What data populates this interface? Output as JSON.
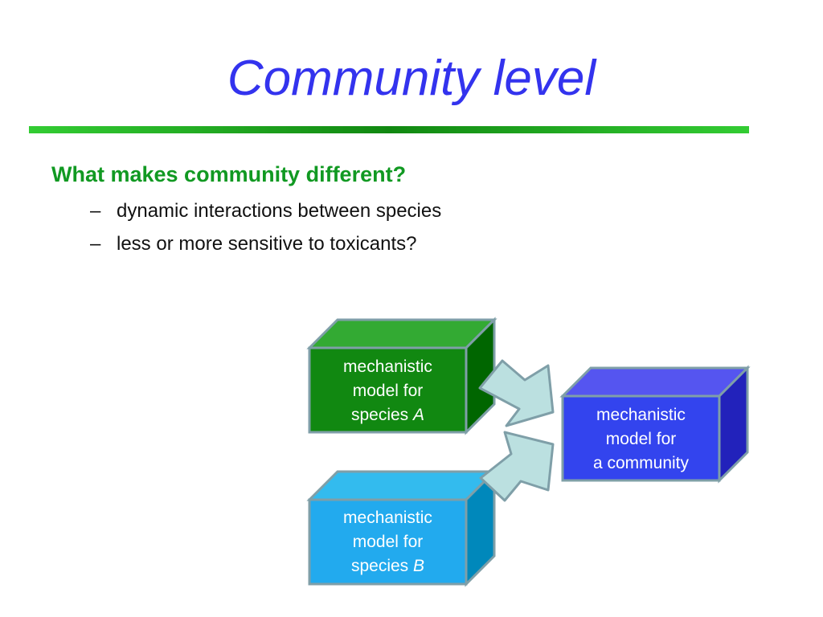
{
  "slide": {
    "title": "Community level",
    "heading": "What makes community different?",
    "bullets": [
      {
        "dash": "–",
        "text": "dynamic interactions between species"
      },
      {
        "dash": "–",
        "text": "less or more sensitive to toxicants?"
      }
    ]
  },
  "diagram": {
    "species_a": {
      "line1": "mechanistic",
      "line2": "model for",
      "line3_prefix": "species ",
      "line3_italic": "A"
    },
    "species_b": {
      "line1": "mechanistic",
      "line2": "model for",
      "line3_prefix": "species ",
      "line3_italic": "B"
    },
    "community": {
      "line1": "mechanistic",
      "line2": "model for",
      "line3": "a community"
    }
  },
  "colors": {
    "title": "#3333ee",
    "heading": "#119922",
    "box_a": "#118811",
    "box_b": "#22aaee",
    "box_community": "#3344ee",
    "arrow_fill": "#bbe0e0",
    "box_border": "#7f9fa8"
  }
}
